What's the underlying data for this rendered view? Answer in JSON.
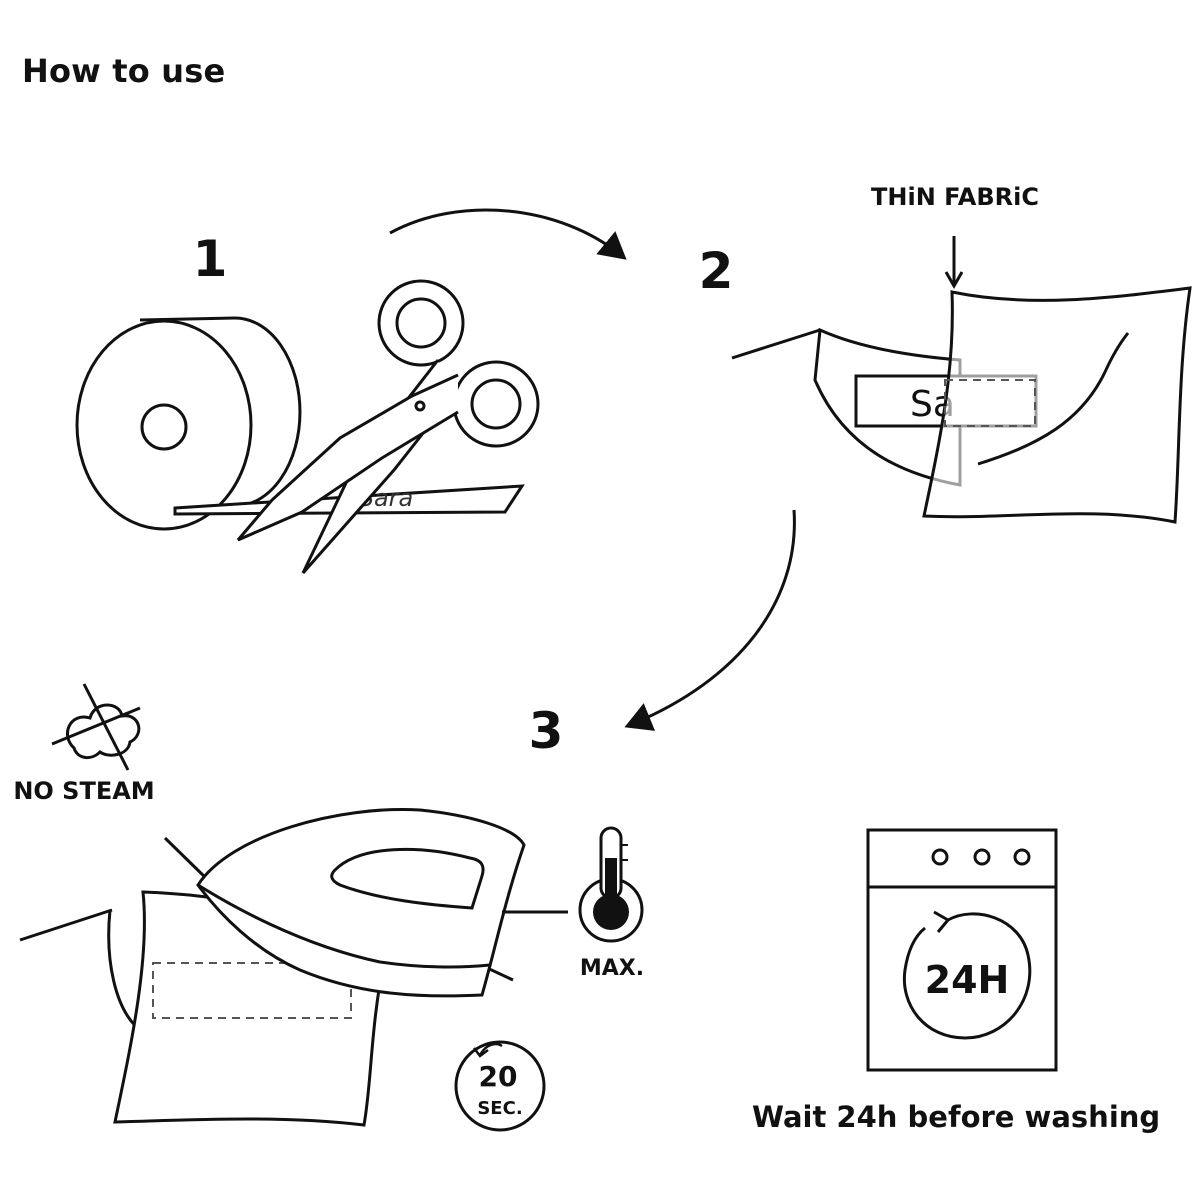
{
  "page": {
    "title": "How to use"
  },
  "steps": [
    {
      "number": "1",
      "label_text": "Sara"
    },
    {
      "number": "2",
      "fabric_callout": "THiN FABRiC",
      "label_text": "Sa"
    },
    {
      "number": "3",
      "steam_warning": "NO STEAM",
      "temperature": "MAX.",
      "time_value": "20",
      "time_unit": "SEC."
    }
  ],
  "washing": {
    "duration": "24H",
    "note": "Wait 24h before washing"
  },
  "colors": {
    "ink": "#111111",
    "background": "#ffffff"
  }
}
